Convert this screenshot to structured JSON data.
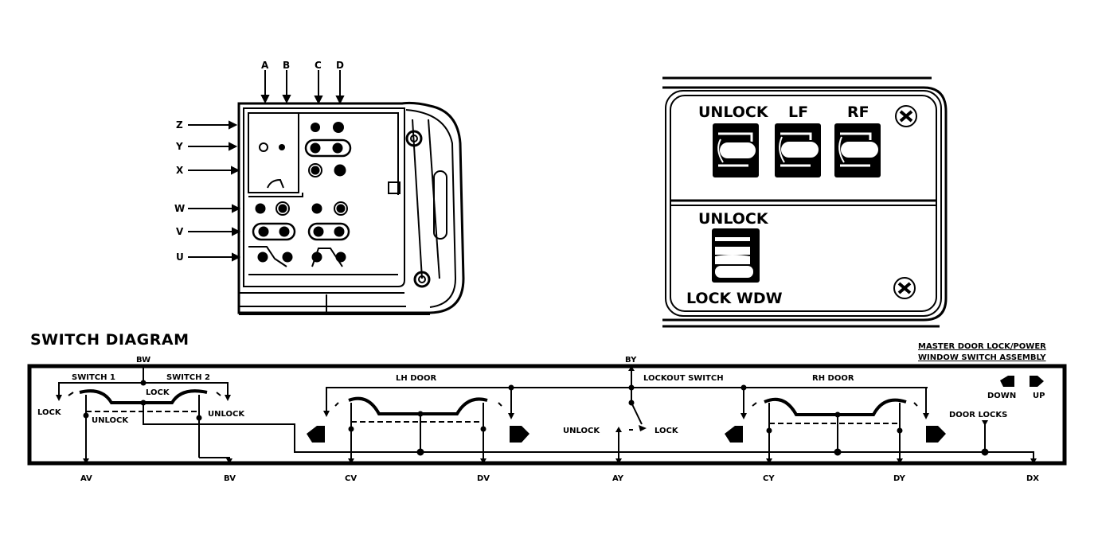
{
  "connector": {
    "top_labels": [
      "A",
      "B",
      "C",
      "D"
    ],
    "side_labels": [
      "Z",
      "Y",
      "X",
      "W",
      "V",
      "U"
    ]
  },
  "switch_panel": {
    "top_labels": [
      "UNLOCK",
      "LF",
      "RF"
    ],
    "bottom_top_label": "UNLOCK",
    "bottom_bottom_label": "LOCK WDW"
  },
  "diagram": {
    "title": "SWITCH DIAGRAM",
    "assembly_title_line1": "MASTER DOOR LOCK/POWER",
    "assembly_title_line2": "WINDOW SWITCH ASSEMBLY",
    "top_terminals": {
      "bw": "BW",
      "by": "BY"
    },
    "bottom_terminals": [
      "AV",
      "BV",
      "CV",
      "DV",
      "AY",
      "CY",
      "DY",
      "DX"
    ],
    "switch1_label": "SWITCH 1",
    "switch2_label": "SWITCH 2",
    "sw_lock_center": "LOCK",
    "sw_lock_left": "LOCK",
    "sw_unlock_left": "UNLOCK",
    "sw_unlock_right": "UNLOCK",
    "lh_door": "LH DOOR",
    "rh_door": "RH DOOR",
    "lockout_switch": "LOCKOUT SWITCH",
    "lockout_unlock": "UNLOCK",
    "lockout_lock": "LOCK",
    "door_locks": "DOOR LOCKS",
    "down": "DOWN",
    "up": "UP"
  }
}
